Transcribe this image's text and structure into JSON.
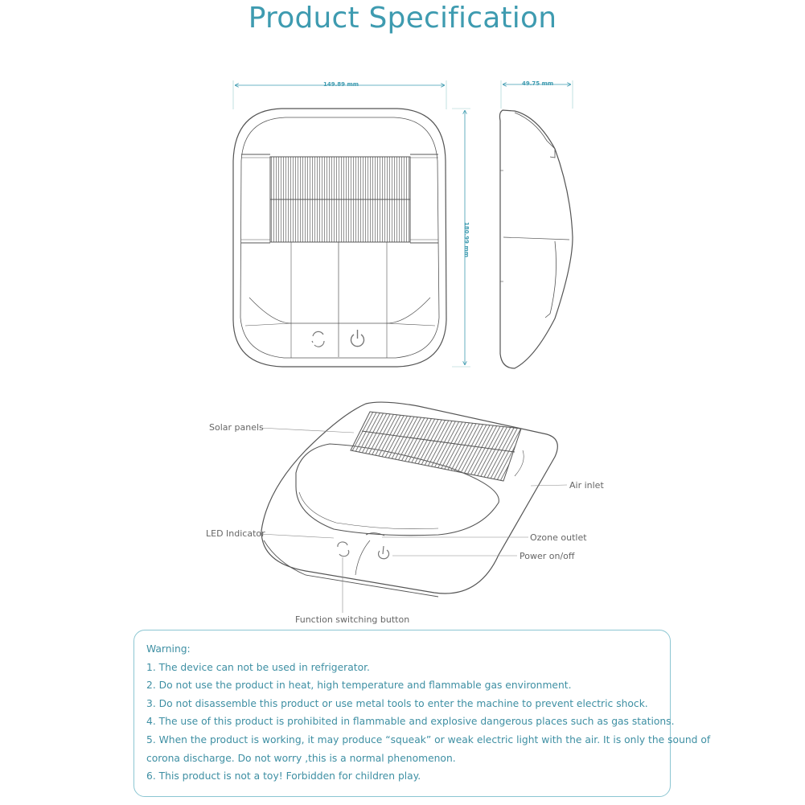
{
  "title": "Product Specification",
  "dimensions": {
    "width": "149.89 mm",
    "height": "180.99 mm",
    "depth": "49.75 mm"
  },
  "callouts": {
    "solar_panels": "Solar panels",
    "air_inlet": "Air inlet",
    "led_indicator": "LED Indicator",
    "ozone_outlet": "Ozone outlet",
    "power": "Power on/off",
    "function_button": "Function switching button"
  },
  "warning": {
    "heading": "Warning:",
    "lines": [
      "1. The device can not be used in refrigerator.",
      "2. Do not use the product in heat, high temperature and flammable gas environment.",
      "3. Do not disassemble this product or use metal tools to enter the machine to prevent electric shock.",
      "4. The use of this product is prohibited in flammable and explosive dangerous places such as gas stations.",
      "5. When the product is working, it may produce “squeak” or weak electric light with the air. It is only the sound of",
      "corona discharge. Do not worry ,this is a normal phenomenon.",
      "6. This product is not a toy! Forbidden for children play."
    ]
  },
  "colors": {
    "accent": "#3e9bb0",
    "line_art": "#555555",
    "box_border": "#8cc6d2"
  }
}
